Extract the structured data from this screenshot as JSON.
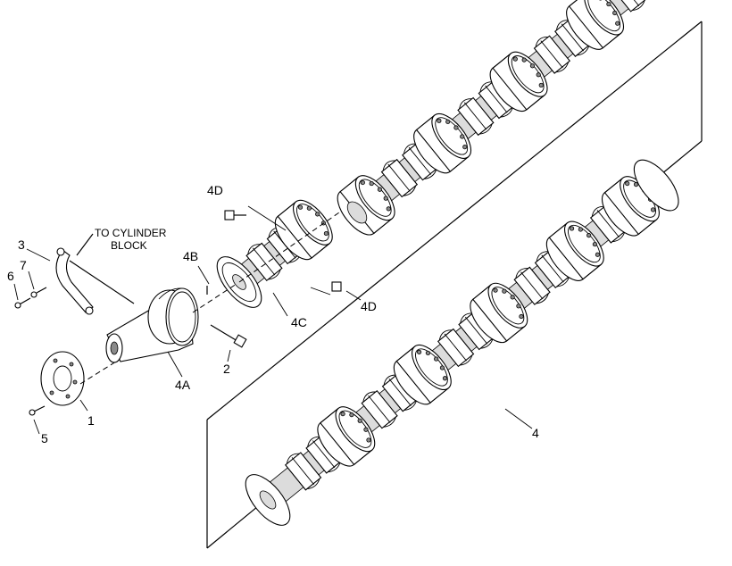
{
  "callouts": {
    "c1": "1",
    "c2": "2",
    "c3": "3",
    "c4": "4",
    "c4a": "4A",
    "c4b": "4B",
    "c4c": "4C",
    "c4d_top": "4D",
    "c4d_right": "4D",
    "c5": "5",
    "c6": "6",
    "c7": "7",
    "to_cylinder_line1": "TO CYLINDER",
    "to_cylinder_line2": "BLOCK"
  }
}
